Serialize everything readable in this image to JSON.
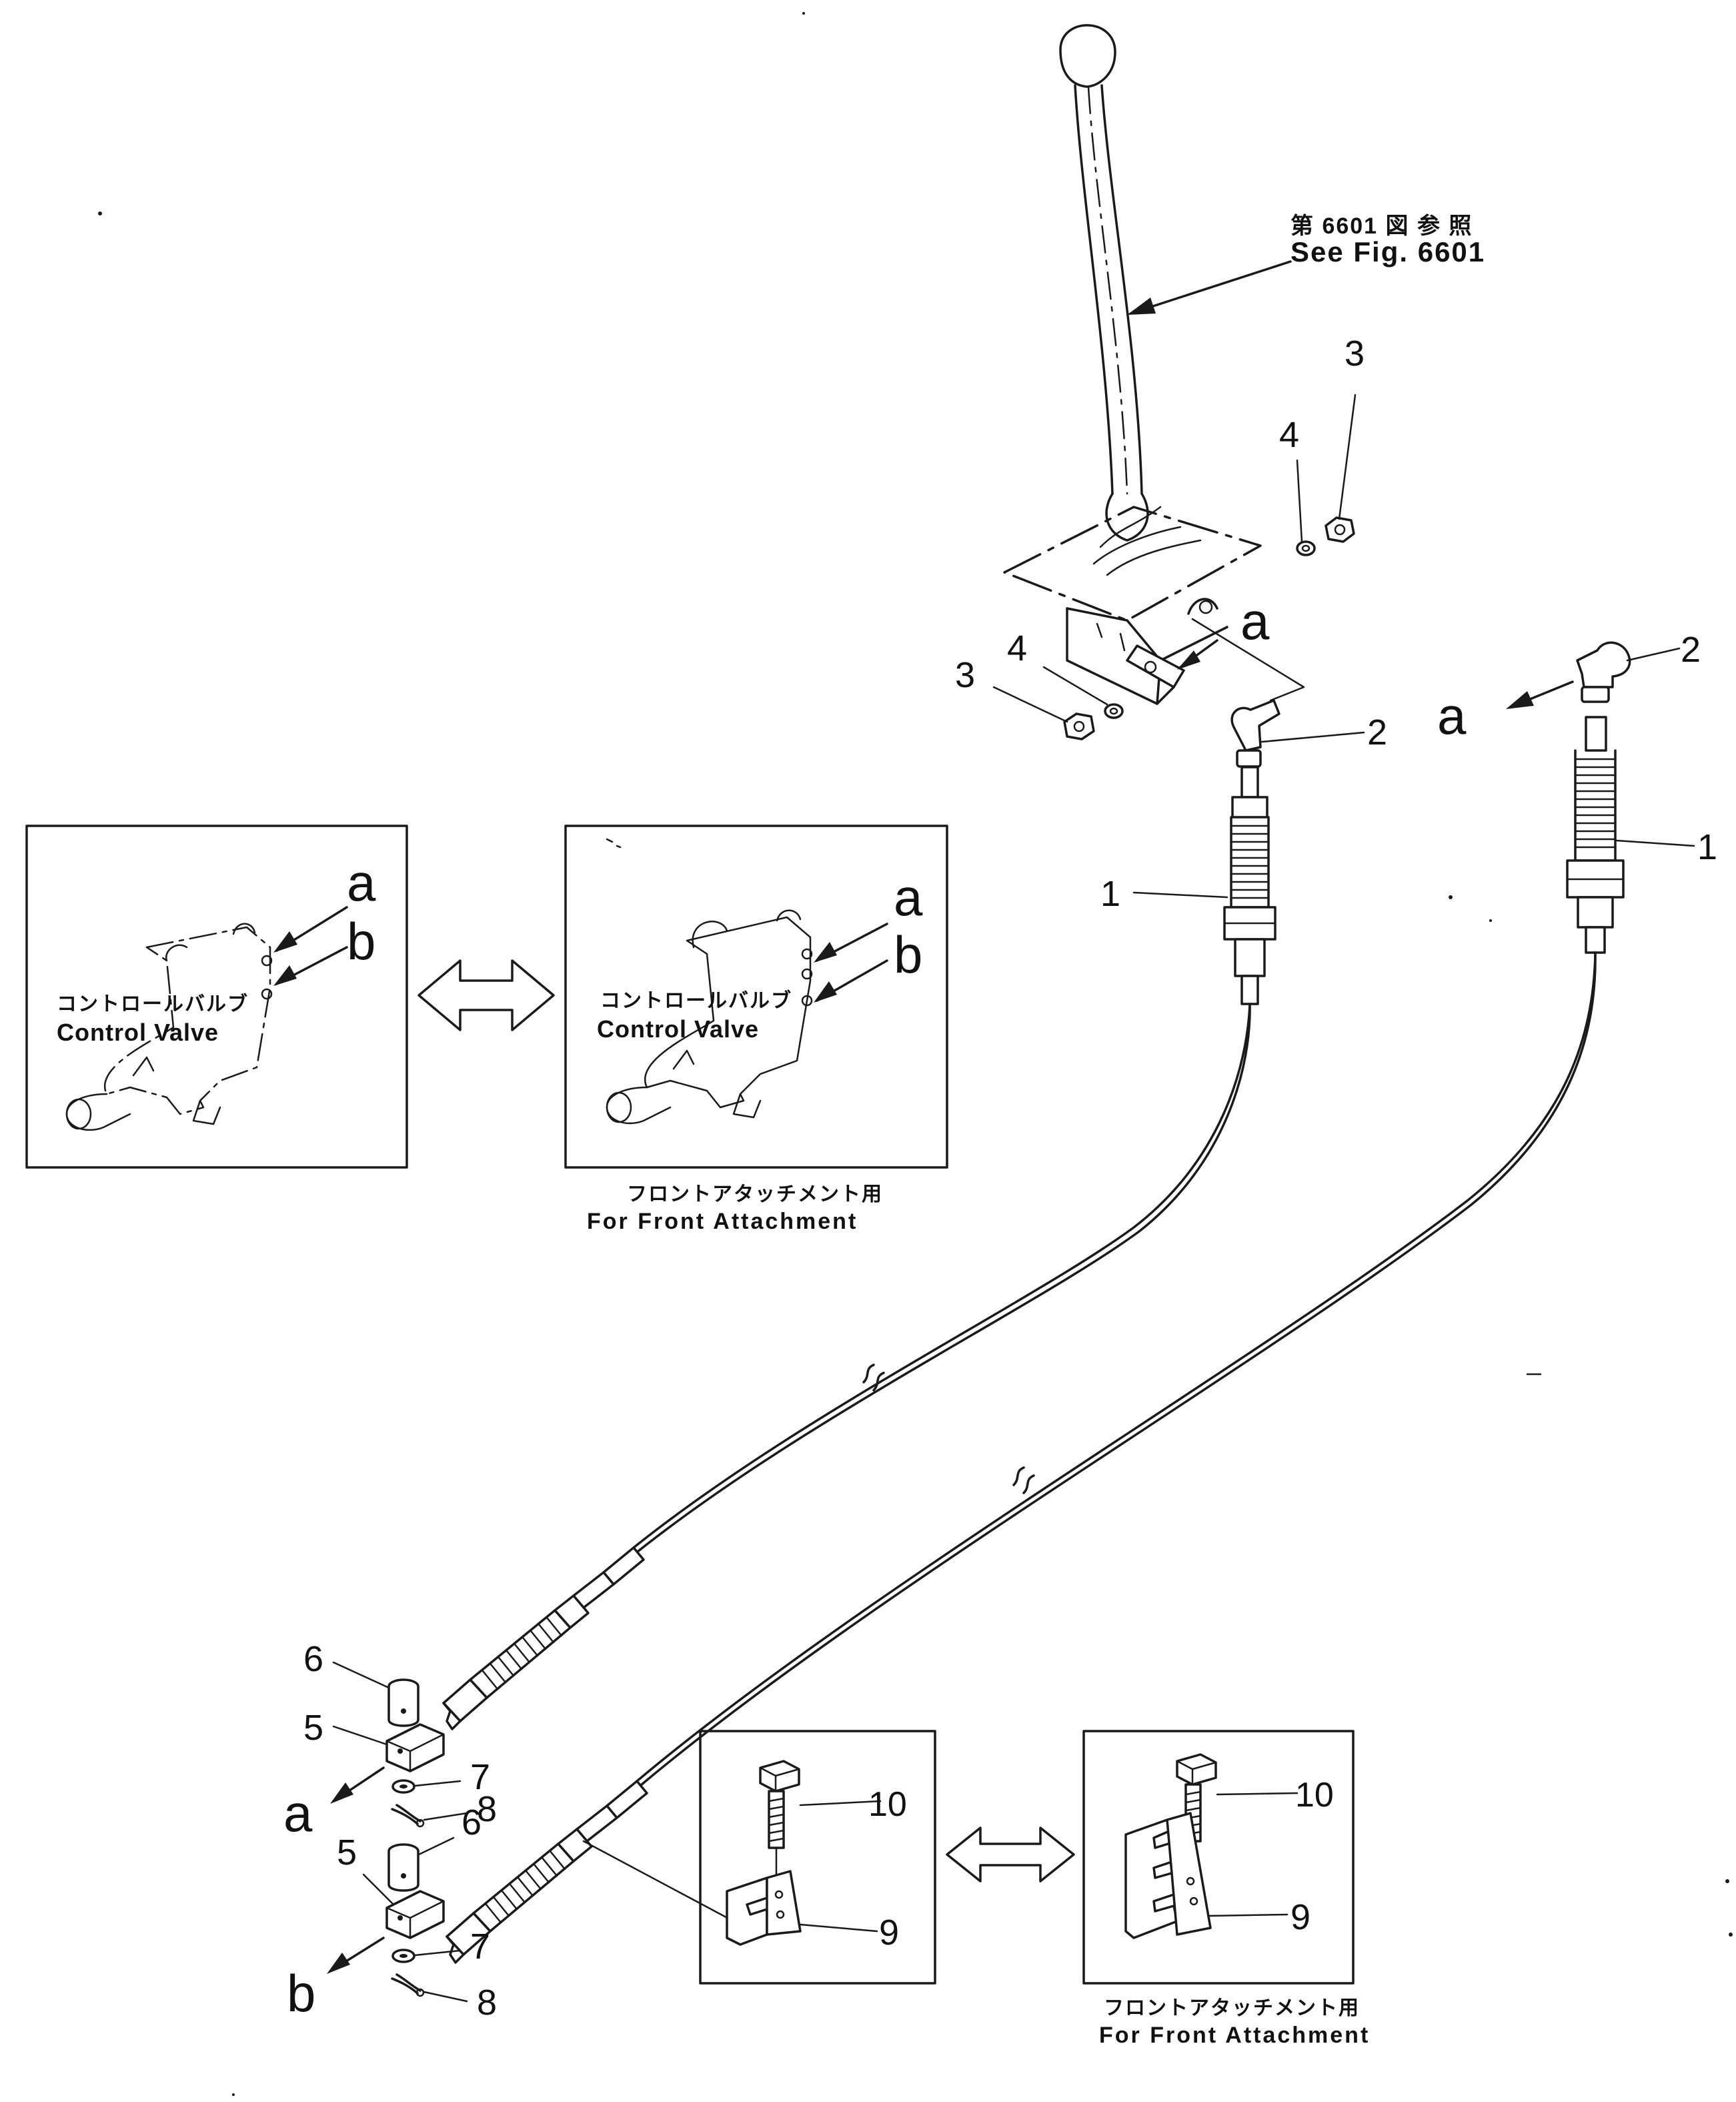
{
  "reference": {
    "jp": "第 6601 図 参 照",
    "en": "See Fig. 6601"
  },
  "letters": {
    "a": "a",
    "b": "b"
  },
  "callouts": {
    "c1": "1",
    "c2": "2",
    "c3": "3",
    "c4": "4",
    "c5": "5",
    "c6": "6",
    "c7": "7",
    "c8": "8",
    "c9": "9",
    "c10": "10"
  },
  "control_valve": {
    "jp": "コントロールバルブ",
    "en": "Control Valve"
  },
  "front_attachment": {
    "jp": "フロントアタッチメント用",
    "en": "For Front Attachment"
  }
}
